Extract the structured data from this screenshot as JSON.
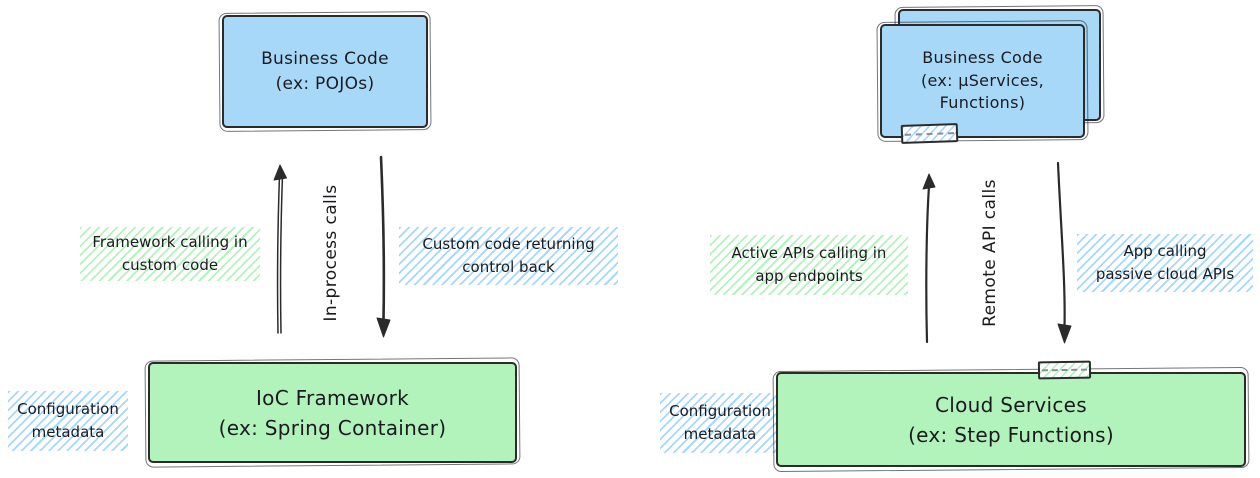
{
  "colors": {
    "blue_fill": "#a8d8f8",
    "green_fill": "#b2f2bb",
    "stroke": "#2b2b2b",
    "blue_hatch": "#a5d8ff",
    "green_hatch": "#b2f2bb",
    "text": "#1b1b1f"
  },
  "left": {
    "business_box": "Business Code\n(ex: POJOs)",
    "up_label": "Framework calling in\ncustom code",
    "arrow_label": "In-process calls",
    "down_label": "Custom code returning\ncontrol back",
    "config_label": "Configuration\nmetadata",
    "framework_box": "IoC Framework\n(ex: Spring Container)"
  },
  "right": {
    "business_box": "Business Code\n(ex: μServices,\nFunctions)",
    "up_label": "Active APIs calling in\napp endpoints",
    "arrow_label": "Remote API calls",
    "down_label": "App calling\npassive cloud APIs",
    "config_label": "Configuration\nmetadata",
    "services_box": "Cloud Services\n(ex: Step Functions)"
  }
}
